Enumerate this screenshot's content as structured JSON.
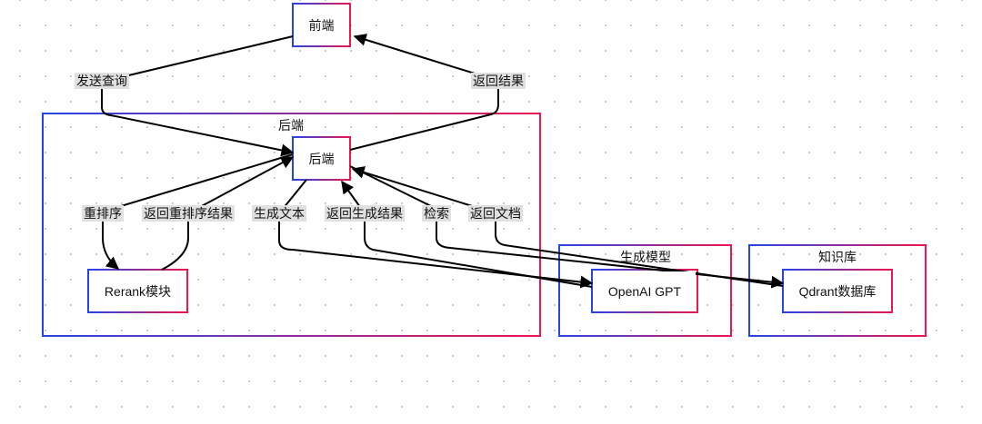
{
  "colors": {
    "border_start": "#2545e8",
    "border_end": "#ee1650",
    "edge": "#000000",
    "label_bg": "#e0e0e0"
  },
  "nodes": {
    "frontend": "前端",
    "backend": "后端",
    "rerank": "Rerank模块",
    "openai": "OpenAI GPT",
    "qdrant": "Qdrant数据库"
  },
  "groups": {
    "backend": "后端",
    "generation": "生成模型",
    "knowledge": "知识库"
  },
  "edges": {
    "send_query": "发送查询",
    "return_result": "返回结果",
    "rerank": "重排序",
    "return_rerank": "返回重排序结果",
    "gen_text": "生成文本",
    "return_gen": "返回生成结果",
    "search": "检索",
    "return_doc": "返回文档"
  }
}
